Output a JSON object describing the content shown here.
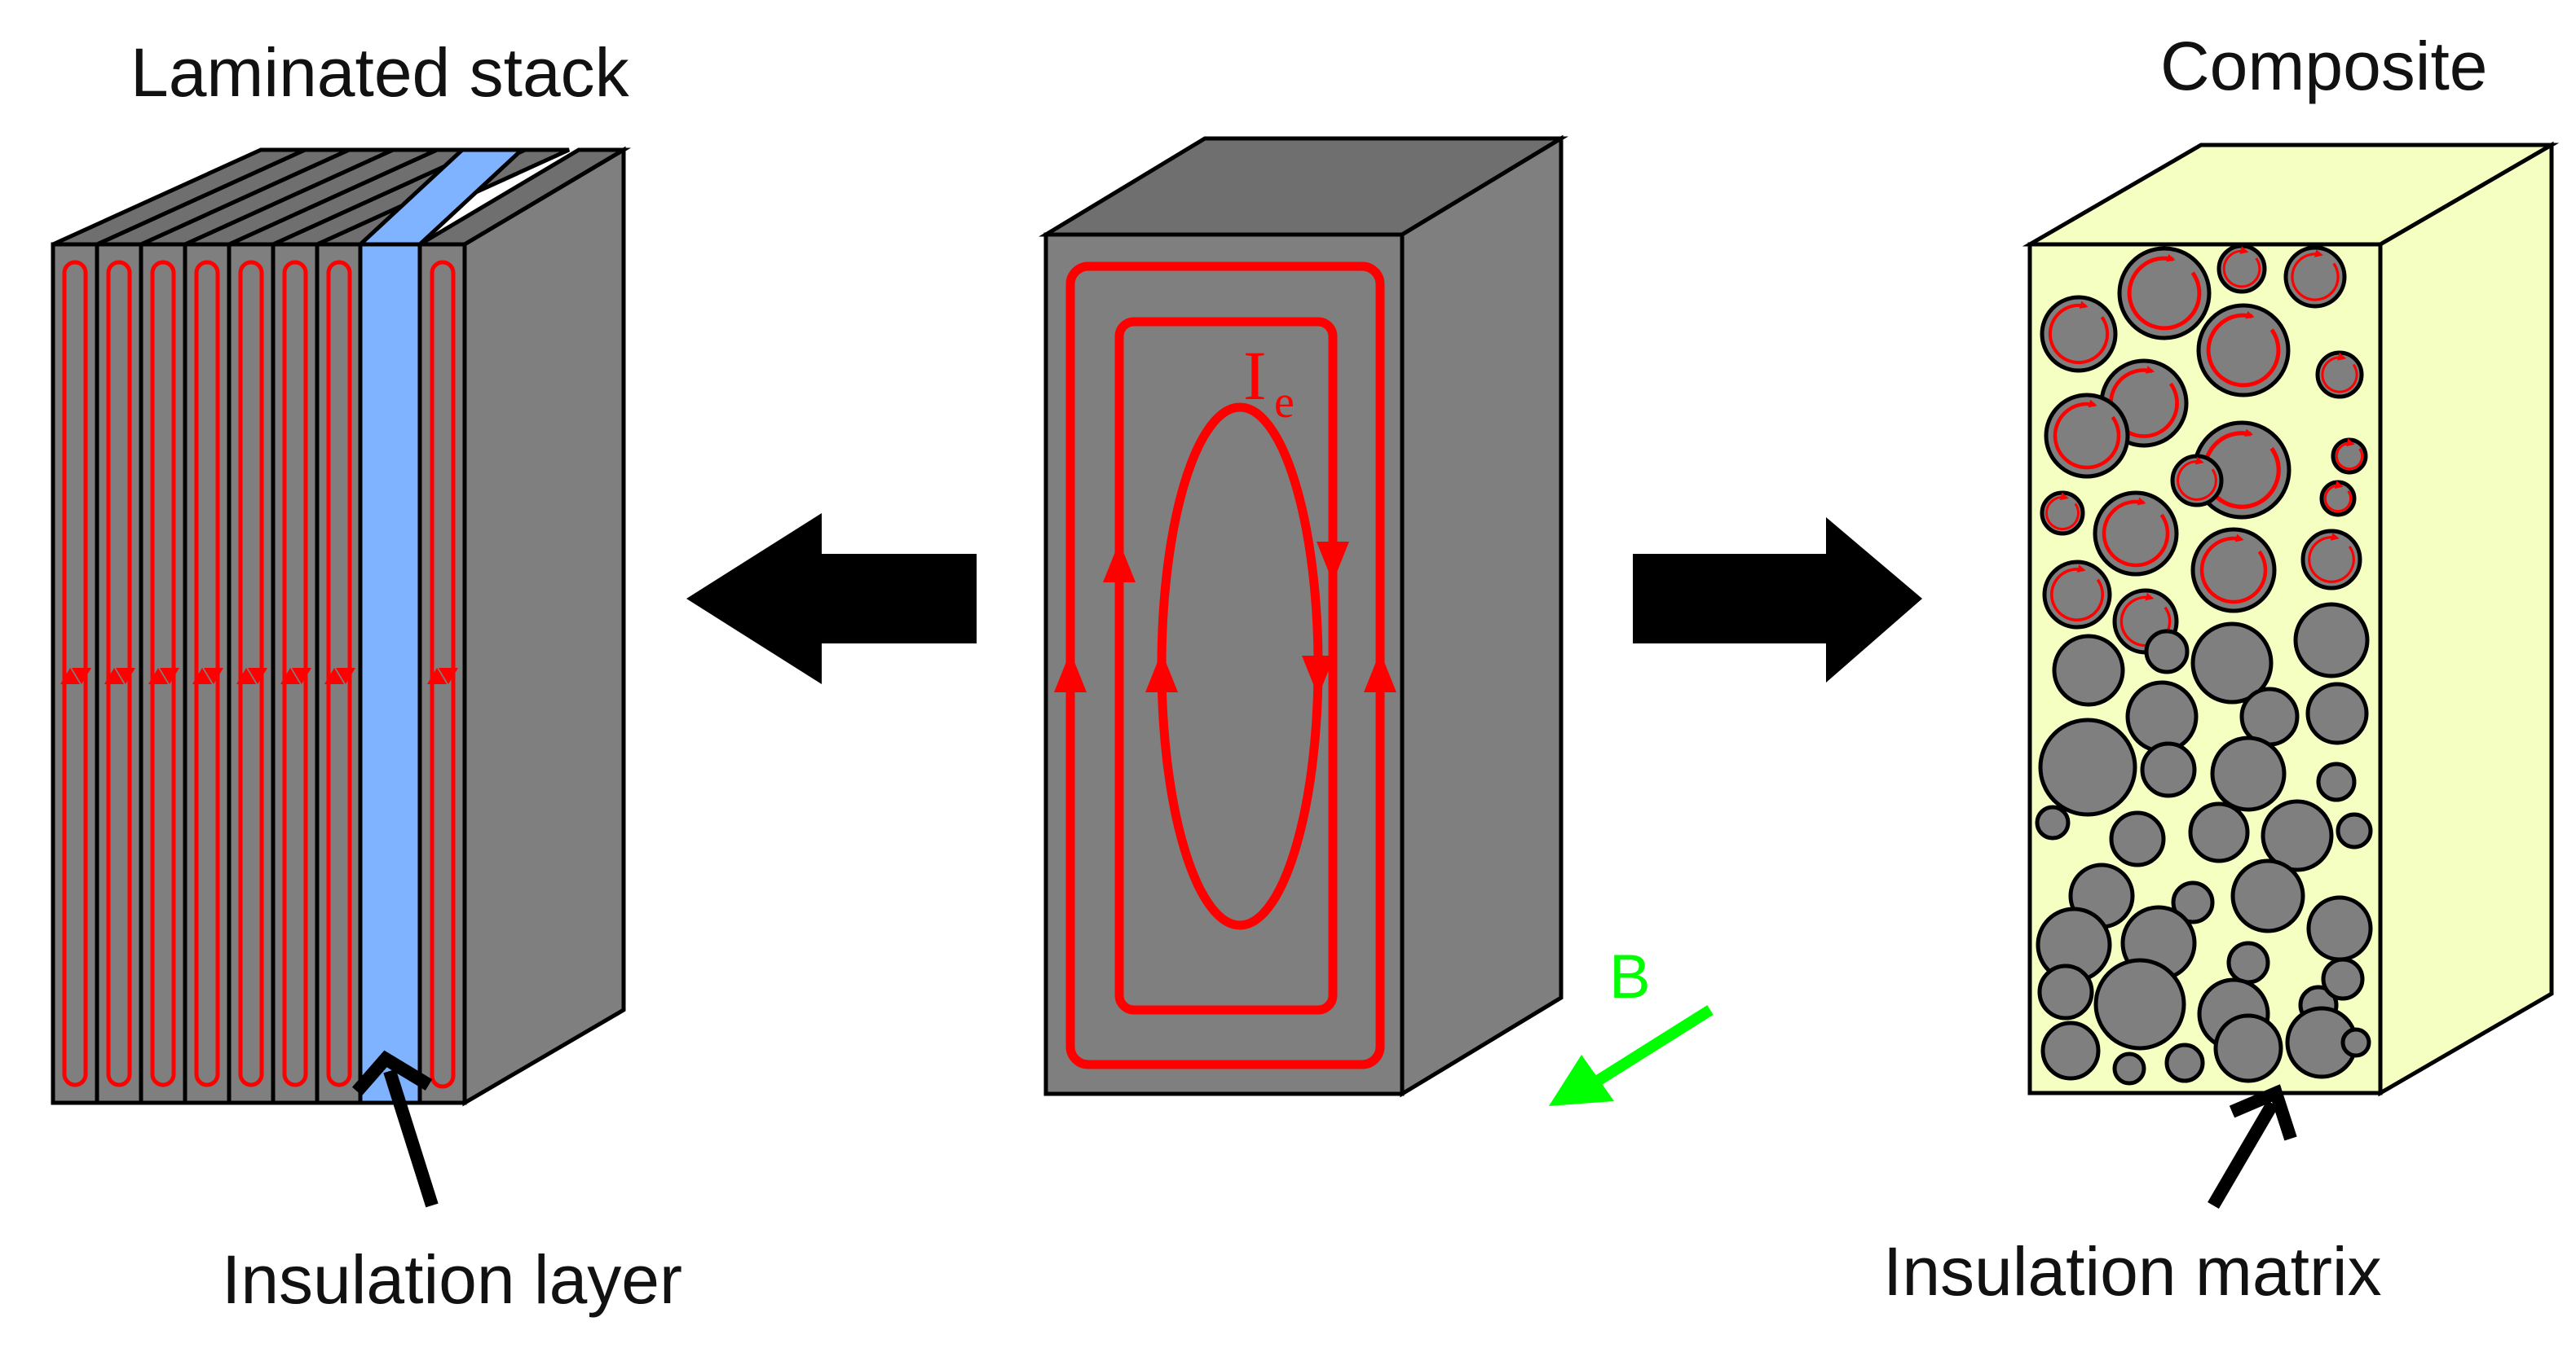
{
  "labels": {
    "laminated_stack": "Laminated stack",
    "composite": "Composite",
    "insulation_layer": "Insulation layer",
    "insulation_matrix": "Insulation matrix",
    "eddy_current_symbol": "I",
    "eddy_current_subscript": "e",
    "field_symbol": "B"
  },
  "colors": {
    "metal": "#7f7f7f",
    "eddy_current": "#ff0000",
    "insulation_layer": "#7fb2ff",
    "insulation_matrix": "#f5ffc2",
    "field": "#00ff00",
    "arrow": "#000000"
  }
}
